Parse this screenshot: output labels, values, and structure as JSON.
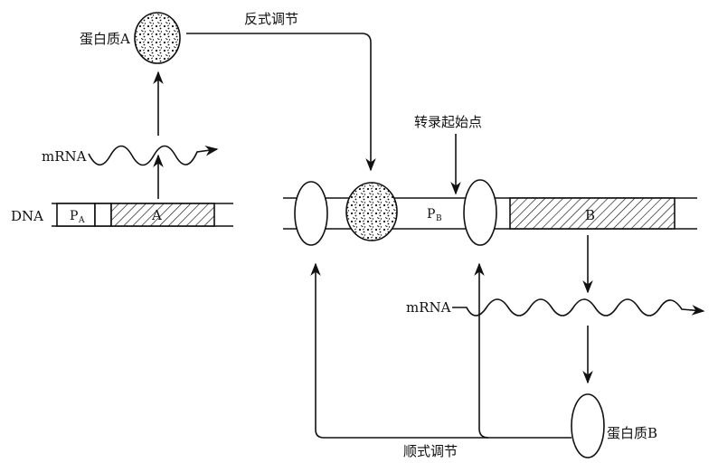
{
  "labels": {
    "protein_a": "蛋白质A",
    "protein_b": "蛋白质B",
    "negative_regulation": "反式调节",
    "positive_regulation": "顺式调节",
    "transcription_start": "转录起始点",
    "mrna_left": "mRNA",
    "mrna_right": "mRNA",
    "dna": "DNA",
    "promoter_a_main": "P",
    "promoter_a_sub": "A",
    "gene_a": "A",
    "promoter_b_main": "P",
    "promoter_b_sub": "B",
    "gene_b": "B"
  }
}
